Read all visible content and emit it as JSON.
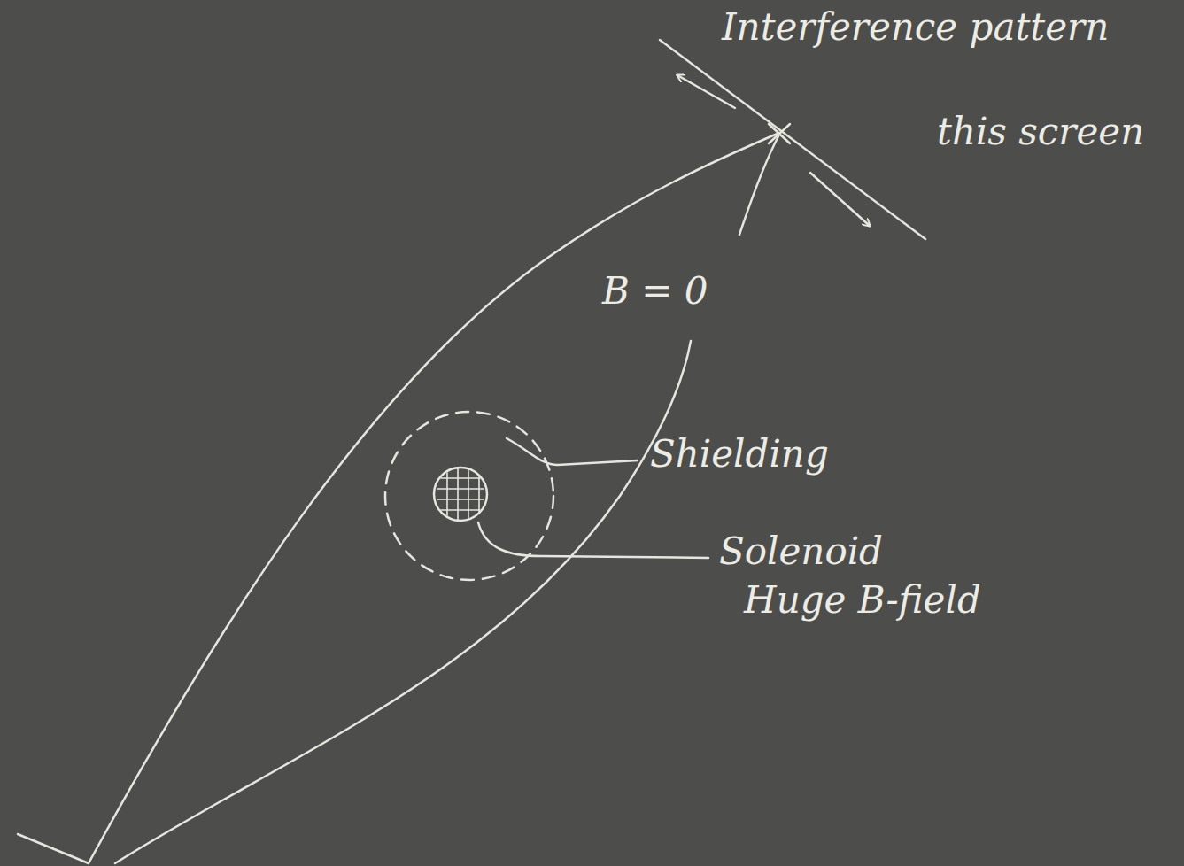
{
  "diagram": {
    "labels": [
      "Interference pattern",
      "this screen",
      "B = 0",
      "Shielding",
      "Solenoid",
      "Huge B-field"
    ]
  }
}
